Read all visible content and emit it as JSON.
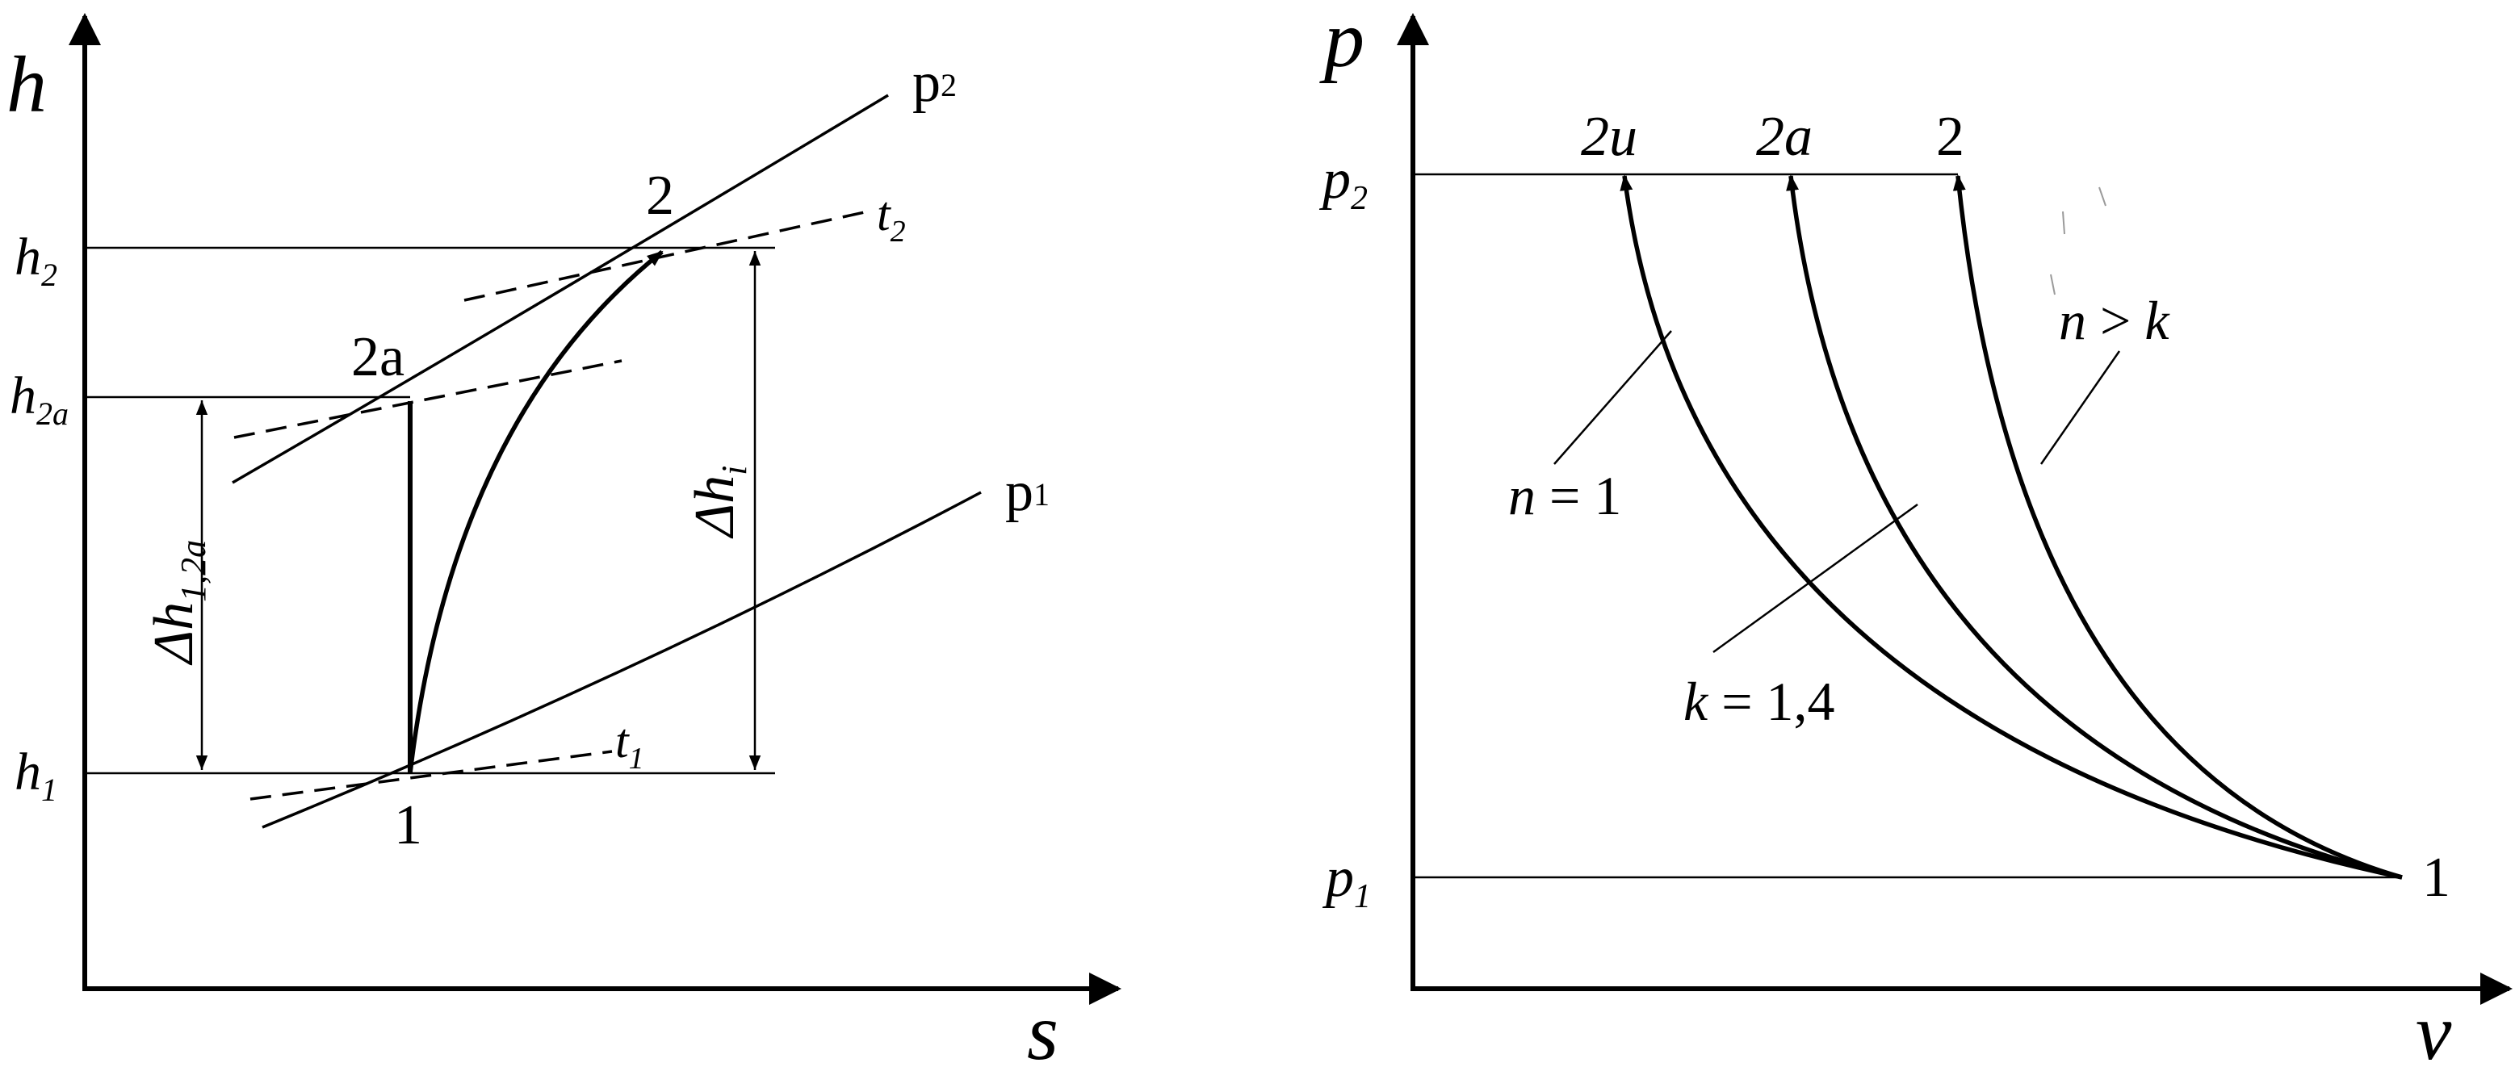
{
  "left_diagram": {
    "axes": {
      "y_label": "h",
      "x_label": "s"
    },
    "levels": {
      "h2": {
        "base": "h",
        "sub": "2"
      },
      "h2a": {
        "base": "h",
        "sub": "2a"
      },
      "h1": {
        "base": "h",
        "sub": "1"
      }
    },
    "isobars": {
      "p2": {
        "base": "p",
        "sub": "2"
      },
      "p1": {
        "base": "p",
        "sub": "1"
      }
    },
    "isotherms": {
      "t2": {
        "base": "t",
        "sub": "2"
      },
      "t1": {
        "base": "t",
        "sub": "1"
      }
    },
    "points": {
      "p1": "1",
      "p2": "2",
      "p2a": "2a"
    },
    "dimensions": {
      "dh12a": {
        "base": "Δh",
        "sub": "1,2a"
      },
      "dhi": {
        "base": "Δh",
        "sub": "i"
      }
    }
  },
  "right_diagram": {
    "axes": {
      "y_label": "p",
      "x_label": "v"
    },
    "levels": {
      "p2": {
        "base": "p",
        "sub": "2"
      },
      "p1": {
        "base": "p",
        "sub": "1"
      }
    },
    "points": {
      "p1": "1",
      "p2u": "2u",
      "p2a": "2a",
      "p2": "2"
    },
    "curve_labels": {
      "n1": {
        "var": "n",
        "rest": " = 1"
      },
      "k14": {
        "var": "k",
        "rest": " = 1,4"
      },
      "nk": {
        "var1": "n",
        "op": " > ",
        "var2": "k"
      }
    }
  }
}
